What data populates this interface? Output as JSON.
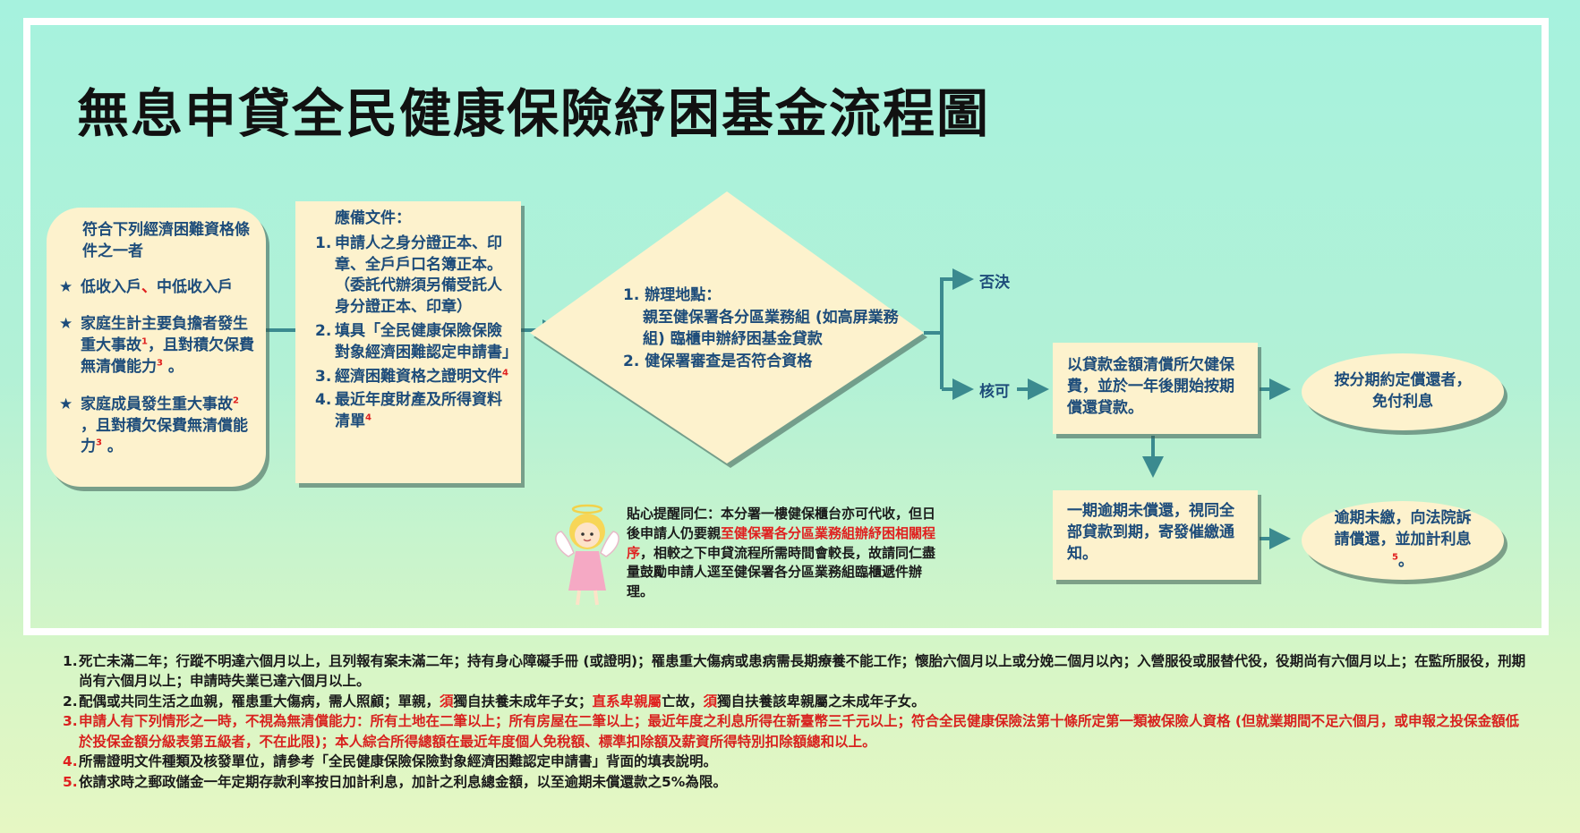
{
  "title": "無息申貸全民健康保險紓困基金流程圖",
  "colors": {
    "background_top": "#a6f2de",
    "background_bottom": "#e6f7c3",
    "box_fill": "#fdf2cd",
    "box_text": "#1d4c7a",
    "arrow": "#3b8a8f",
    "highlight_red": "#e0201f"
  },
  "eligibility": {
    "heading": "符合下列經濟困難資格條件之一者",
    "items": [
      {
        "star": "★",
        "parts": [
          {
            "t": "低收入戶"
          },
          {
            "t": "、",
            "red": true
          },
          {
            "t": "中低收入戶"
          }
        ]
      },
      {
        "star": "★",
        "parts": [
          {
            "t": "家庭生計主要負擔者發生重大事故"
          },
          {
            "t": "1",
            "sup": true
          },
          {
            "t": "，且對積欠保費無清償能力"
          },
          {
            "t": "3",
            "sup": true
          },
          {
            "t": " 。"
          }
        ]
      },
      {
        "star": "★",
        "parts": [
          {
            "t": "家庭成員發生重大事故"
          },
          {
            "t": "2",
            "sup": true
          },
          {
            "t": " ，且對積欠保費無清償能力"
          },
          {
            "t": "3",
            "sup": true
          },
          {
            "t": " 。"
          }
        ]
      }
    ]
  },
  "documents": {
    "heading": "應備文件：",
    "items": [
      {
        "num": "1.",
        "parts": [
          {
            "t": "申請人之身分證正本、印章、全戶戶口名簿正本。 （委託代辦須另備受託人身分證正本、印章）"
          }
        ]
      },
      {
        "num": "2.",
        "parts": [
          {
            "t": "填具「全民健康保險保險對象經濟困難認定申請書」"
          }
        ]
      },
      {
        "num": "3.",
        "parts": [
          {
            "t": "經濟困難資格之證明文件"
          },
          {
            "t": "4",
            "sup": true
          }
        ]
      },
      {
        "num": "4.",
        "parts": [
          {
            "t": "最近年度財產及所得資料清單"
          },
          {
            "t": "4",
            "sup": true
          }
        ]
      }
    ]
  },
  "decision": {
    "item1_label": "1. 辦理地點：",
    "item1_text": "親至健保署各分區業務組 (如高屏業務組) 臨櫃申辦紓困基金貸款",
    "item2": "2. 健保署審查是否符合資格",
    "reject_label": "否決",
    "approve_label": "核可"
  },
  "approved_box": "以貸款金額清償所欠健保費，並於一年後開始按期償還貸款。",
  "installment_oval": "按分期約定償還者，免付利息",
  "overdue_box": "一期逾期未償還，視同全部貸款到期，寄發催繳通知。",
  "lawsuit_oval": {
    "text": "逾期未繳，向法院訴請償還，並加計利息",
    "sup": "5",
    "end": "。"
  },
  "reminder": {
    "parts": [
      {
        "t": "貼心提醒同仁：本分署一樓健保櫃台亦可代收，但日後申請人仍要親"
      },
      {
        "t": "至健保署各分區業務組辦紓困相關程序",
        "red": true
      },
      {
        "t": "，相較之下申貸流程所需時間會較長，故請同仁盡量鼓勵申請人逕至健保署各分區業務組臨櫃遞件辦理。"
      }
    ]
  },
  "notes": [
    {
      "n": "1.",
      "parts": [
        {
          "t": "死亡未滿二年；行蹤不明達六個月以上，且列報有案未滿二年；持有身心障礙手冊 (或證明)；罹患重大傷病或患病需長期療養不能工作；懷胎六個月以上或分娩二個月以內；入營服役或服替代役，役期尚有六個月以上；在監所服役，刑期尚有六個月以上；申請時失業已達六個月以上。"
        }
      ]
    },
    {
      "n": "2.",
      "parts": [
        {
          "t": "配偶或共同生活之血親，罹患重大傷病，需人照顧；單親，"
        },
        {
          "t": "須",
          "red": true
        },
        {
          "t": "獨自扶養未成年子女；"
        },
        {
          "t": "直系卑親屬",
          "red": true
        },
        {
          "t": "亡故，"
        },
        {
          "t": "須",
          "red": true
        },
        {
          "t": "獨自扶養該卑親屬之未成年子女。"
        }
      ]
    },
    {
      "n": "3.",
      "red": true,
      "parts": [
        {
          "t": "申請人有下列情形之一時，不視為無清償能力：所有土地在二筆以上；所有房屋在二筆以上；最近年度之利息所得在新臺幣三千元以上；符合全民健康保險法第十條所定第一類被保險人資格 (但就業期間不足六個月，或申報之投保金額低於投保金額分級表第五級者，不在此限)；本人綜合所得總額在最近年度個人免稅額、標準扣除額及薪資所得特別扣除額總和以上。"
        }
      ]
    },
    {
      "n": "4.",
      "nred": true,
      "parts": [
        {
          "t": "所需證明文件種類及核發單位，請參考「全民健康保險保險對象經濟困難認定申請書」背面的填表說明。"
        }
      ]
    },
    {
      "n": "5.",
      "nred": true,
      "parts": [
        {
          "t": "依請求時之郵政儲金一年定期存款利率按日加計利息，加計之利息總金額，以至逾期未償還款之5%為限。"
        }
      ]
    }
  ]
}
